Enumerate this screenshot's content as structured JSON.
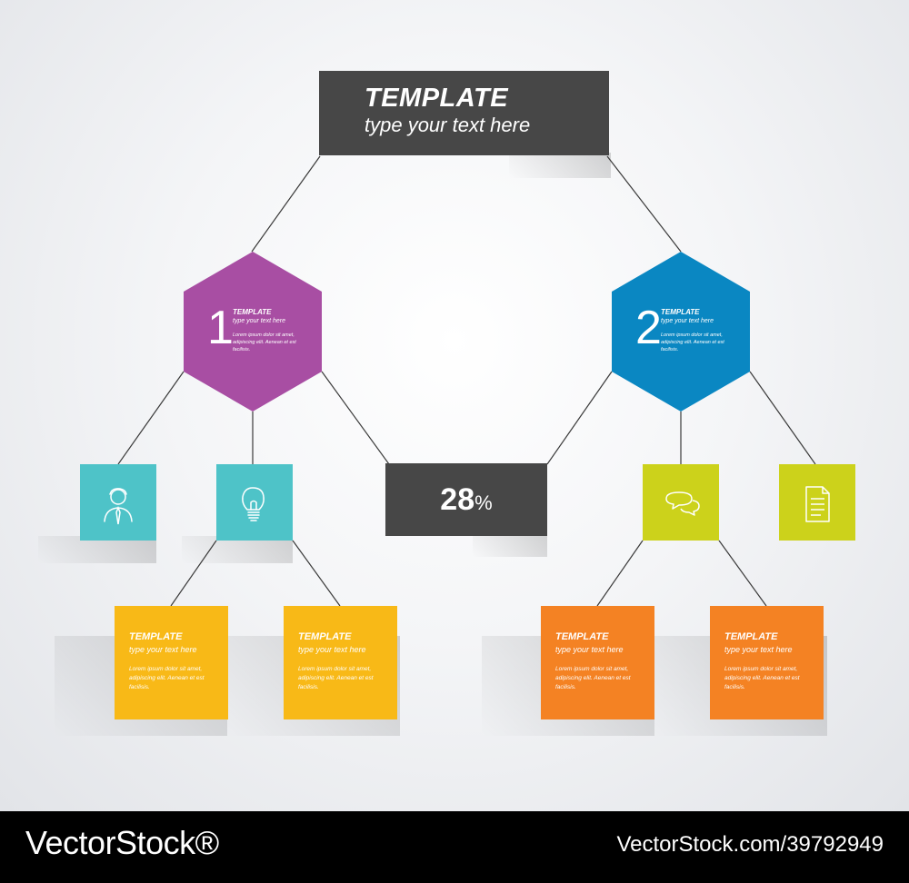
{
  "diagram": {
    "top_box": {
      "title": "TEMPLATE",
      "subtitle": "type your text here"
    },
    "hexagons": [
      {
        "number": "1",
        "title": "TEMPLATE",
        "subtitle": "type your text here",
        "body": "Lorem ipsum dolor sit amet, adipiscing elit. Aenean et est facilisis.",
        "color": "#a84ea3"
      },
      {
        "number": "2",
        "title": "TEMPLATE",
        "subtitle": "type your text here",
        "body": "Lorem ipsum dolor sit amet, adipiscing elit. Aenean et est facilisis.",
        "color": "#0a87c2"
      }
    ],
    "center_box": {
      "value": "28",
      "unit": "%"
    },
    "icon_squares": [
      {
        "icon": "businessman-icon",
        "color": "#4ec3c8"
      },
      {
        "icon": "lightbulb-icon",
        "color": "#4ec3c8"
      },
      {
        "icon": "speech-bubbles-icon",
        "color": "#ccd21b"
      },
      {
        "icon": "document-icon",
        "color": "#ccd21b"
      }
    ],
    "cards": [
      {
        "title": "TEMPLATE",
        "subtitle": "type your text here",
        "body": "Lorem ipsum dolor sit amet, adipiscing elit. Aenean et est facilisis.",
        "color": "#f8b917"
      },
      {
        "title": "TEMPLATE",
        "subtitle": "type your text here",
        "body": "Lorem ipsum dolor sit amet, adipiscing elit. Aenean et est facilisis.",
        "color": "#f8b917"
      },
      {
        "title": "TEMPLATE",
        "subtitle": "type your text here",
        "body": "Lorem ipsum dolor sit amet, adipiscing elit. Aenean et est facilisis.",
        "color": "#f48223"
      },
      {
        "title": "TEMPLATE",
        "subtitle": "type your text here",
        "body": "Lorem ipsum dolor sit amet, adipiscing elit. Aenean et est facilisis.",
        "color": "#f48223"
      }
    ]
  },
  "footer": {
    "brand": "VectorStock®",
    "image_id": "VectorStock.com/39792949"
  }
}
